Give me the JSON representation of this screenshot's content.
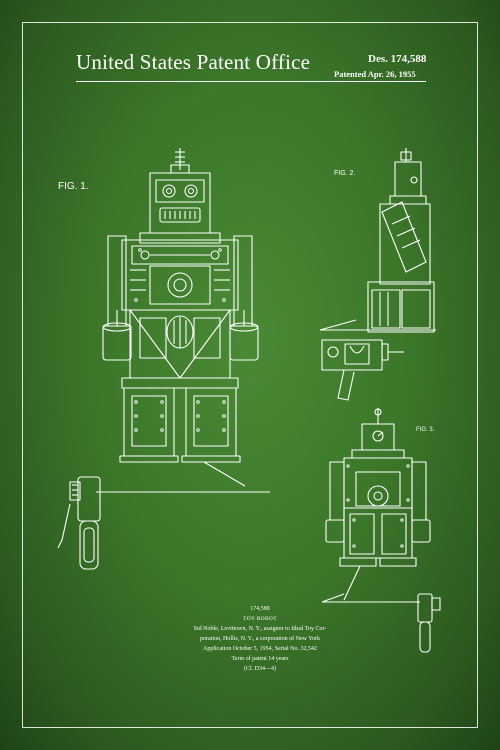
{
  "header": {
    "office": "United States Patent Office",
    "patent_number": "Des. 174,588",
    "patent_date": "Patented Apr. 26, 1955"
  },
  "figures": {
    "fig1": "FIG. 1.",
    "fig2": "FIG. 2.",
    "fig3": "FIG. 3."
  },
  "caption": {
    "number": "174,588",
    "title": "TOY ROBOT",
    "inventor_line1": "Sid Noble, Levittown, N. Y., assignor to Ideal Toy Cor-",
    "inventor_line2": "poration, Hollis, N. Y., a corporation of New York",
    "application": "Application October 5, 1954, Serial No. 32,542",
    "term": "Term of patent 14 years",
    "class": "(Cl. D34—4)"
  },
  "colors": {
    "background": "#3b7629",
    "ink": "#ffffff"
  }
}
